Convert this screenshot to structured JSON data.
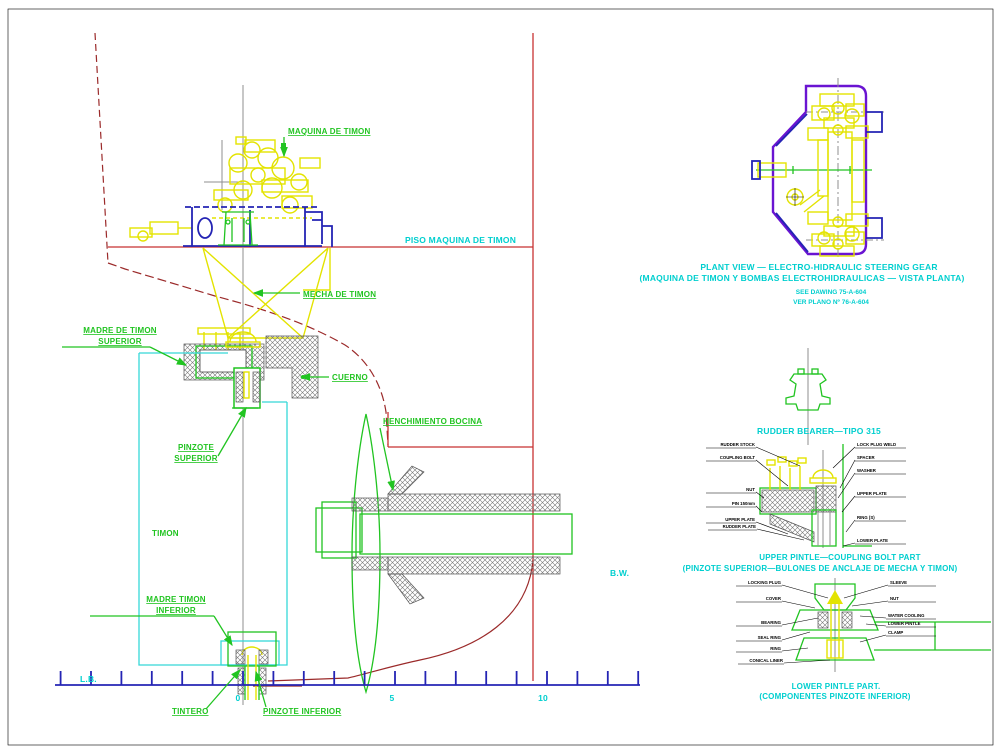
{
  "drawing": {
    "section_view": {
      "labels": {
        "maquina_de_timon": "MAQUINA DE TIMON",
        "piso_maquina_de_timon": "PISO MAQUINA DE TIMON",
        "mecha_de_timon": "MECHA DE TIMON",
        "madre_superior_line1": "MADRE DE TIMON",
        "madre_superior_line2": "SUPERIOR",
        "cuerno": "CUERNO",
        "henchimiento_bocina": "HENCHIMIENTO BOCINA",
        "pinzote_superior_line1": "PINZOTE",
        "pinzote_superior_line2": "SUPERIOR",
        "timon": "TIMON",
        "madre_inferior_line1": "MADRE TIMON",
        "madre_inferior_line2": "INFERIOR",
        "lb": "L.B.",
        "tintero": "TINTERO",
        "pinzote_inferior": "PINZOTE INFERIOR"
      },
      "scale": {
        "tick0": "0",
        "tick5": "5",
        "tick10": "10"
      }
    },
    "plan_view": {
      "title_line1": "PLANT VIEW — ELECTRO-HIDRAULIC STEERING GEAR",
      "title_line2": "(MAQUINA DE TIMON Y BOMBAS ELECTROHIDRAULICAS — VISTA PLANTA)",
      "ref_line1": "SEE DAWING 75-A-604",
      "ref_line2": "VER PLANO Nº 76-A-604"
    },
    "rudder_bearer": {
      "title": "RUDDER BEARER—TIPO 315"
    },
    "upper_pintle": {
      "bw": "B.W.",
      "title_line1": "UPPER PINTLE—COUPLING BOLT PART",
      "title_line2": "(PINZOTE SUPERIOR—BULONES DE ANCLAJE DE MECHA Y TIMON)",
      "labels_left": [
        "RUDDER STOCK",
        "COUPLING BOLT",
        "NUT",
        "PIN 150mm",
        "UPPER PLATE",
        "RUDDER PLATE"
      ],
      "labels_right": [
        "LOCK PLUG WELD",
        "SPACER",
        "WASHER",
        "UPPER PLATE",
        "RING (S)",
        "LOWER PLATE"
      ]
    },
    "lower_pintle": {
      "title_line1": "LOWER PINTLE PART.",
      "title_line2": "(COMPONENTES PINZOTE INFERIOR)",
      "labels_left": [
        "LOCKING PLUG",
        "COVER",
        "BEARING",
        "SEAL RING",
        "RING",
        "CONICAL LINER"
      ],
      "labels_right": [
        "SLEEVE",
        "NUT",
        "WATER COOLING",
        "LOWER PINTLE",
        "CLAMP"
      ]
    },
    "colors": {
      "label_green": "#21c421",
      "title_cyan": "#00cfcf",
      "hull_red": "#c83232",
      "hull_dark_red": "#9b2a2a",
      "machinery_yellow": "#e3e300",
      "frame_navy": "#2424b4",
      "plan_purple": "#6a14d2",
      "rudder_outline_cyan": "#35d8d8",
      "centerline_gray": "#8f8f8f",
      "detail_black": "#000000",
      "background": "#ffffff"
    }
  }
}
